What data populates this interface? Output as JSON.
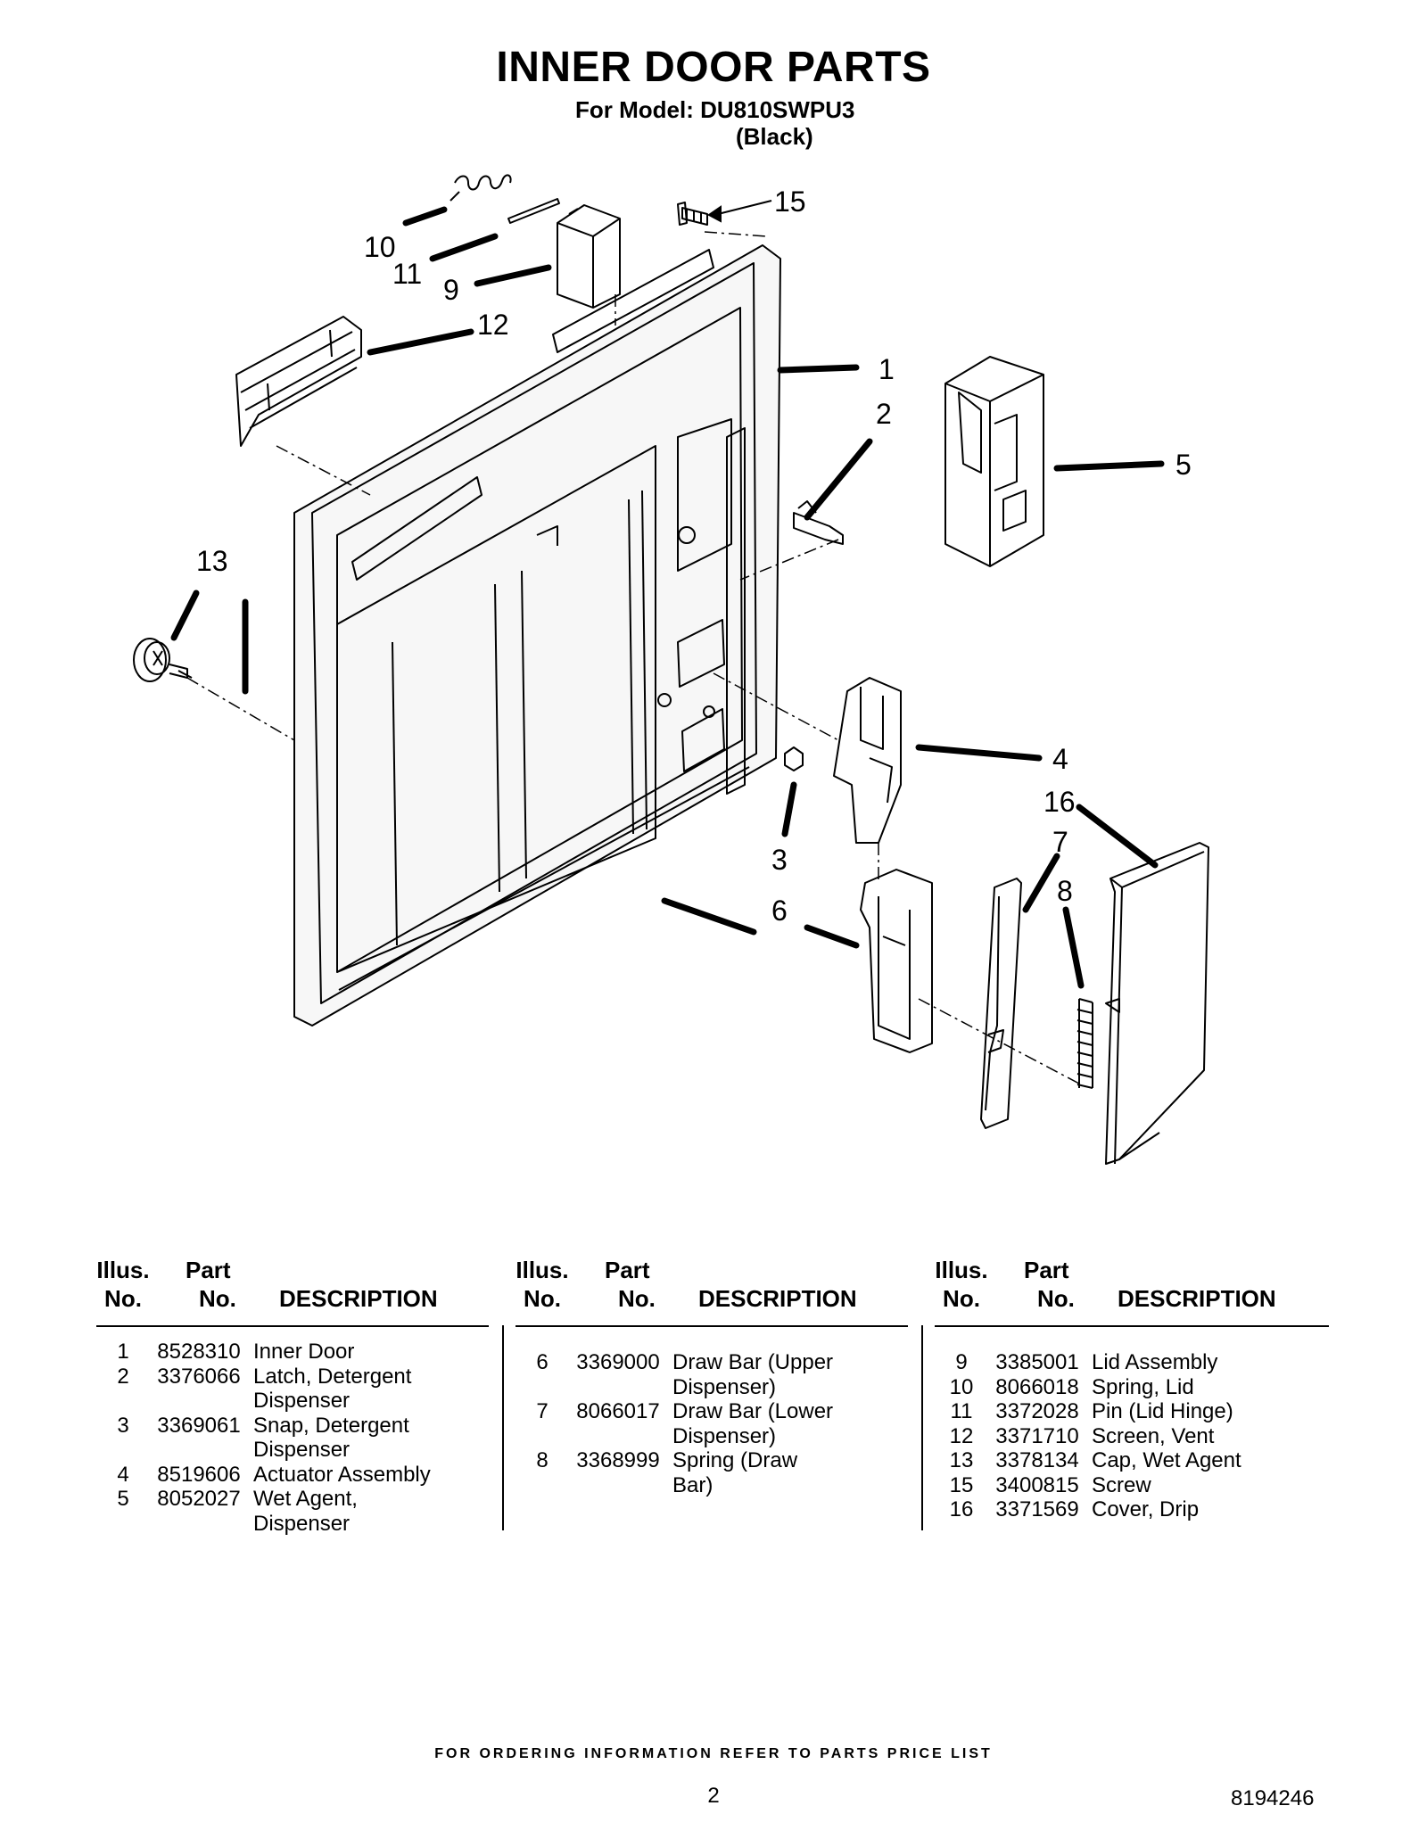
{
  "title": "INNER DOOR PARTS",
  "model_line": "For Model: DU810SWPU3",
  "color_line": "(Black)",
  "callouts": [
    "1",
    "2",
    "3",
    "4",
    "5",
    "6",
    "7",
    "8",
    "9",
    "10",
    "11",
    "12",
    "13",
    "15",
    "16"
  ],
  "table": {
    "col1_header": [
      "Illus.",
      "No."
    ],
    "col2_header": [
      "Part",
      "No."
    ],
    "col3_header": "DESCRIPTION"
  },
  "parts_1": [
    {
      "no": "1",
      "part": "8528310",
      "desc": [
        "Inner Door"
      ]
    },
    {
      "no": "2",
      "part": "3376066",
      "desc": [
        "Latch, Detergent",
        "Dispenser"
      ]
    },
    {
      "no": "3",
      "part": "3369061",
      "desc": [
        "Snap, Detergent",
        "Dispenser"
      ]
    },
    {
      "no": "4",
      "part": "8519606",
      "desc": [
        "Actuator Assembly"
      ]
    },
    {
      "no": "5",
      "part": "8052027",
      "desc": [
        "Wet Agent,",
        "Dispenser"
      ]
    }
  ],
  "parts_2": [
    {
      "no": "6",
      "part": "3369000",
      "desc": [
        "Draw Bar (Upper",
        "Dispenser)"
      ]
    },
    {
      "no": "7",
      "part": "8066017",
      "desc": [
        "Draw Bar (Lower",
        "Dispenser)"
      ]
    },
    {
      "no": "8",
      "part": "3368999",
      "desc": [
        "Spring (Draw",
        "Bar)"
      ]
    }
  ],
  "parts_3": [
    {
      "no": "9",
      "part": "3385001",
      "desc": [
        "Lid Assembly"
      ]
    },
    {
      "no": "10",
      "part": "8066018",
      "desc": [
        "Spring, Lid"
      ]
    },
    {
      "no": "11",
      "part": "3372028",
      "desc": [
        "Pin (Lid Hinge)"
      ]
    },
    {
      "no": "12",
      "part": "3371710",
      "desc": [
        "Screen, Vent"
      ]
    },
    {
      "no": "13",
      "part": "3378134",
      "desc": [
        "Cap, Wet Agent"
      ]
    },
    {
      "no": "15",
      "part": "3400815",
      "desc": [
        "Screw"
      ]
    },
    {
      "no": "16",
      "part": "3371569",
      "desc": [
        "Cover, Drip"
      ]
    }
  ],
  "footer": "FOR ORDERING INFORMATION REFER TO PARTS PRICE LIST",
  "page_number": "2",
  "document_number": "8194246"
}
